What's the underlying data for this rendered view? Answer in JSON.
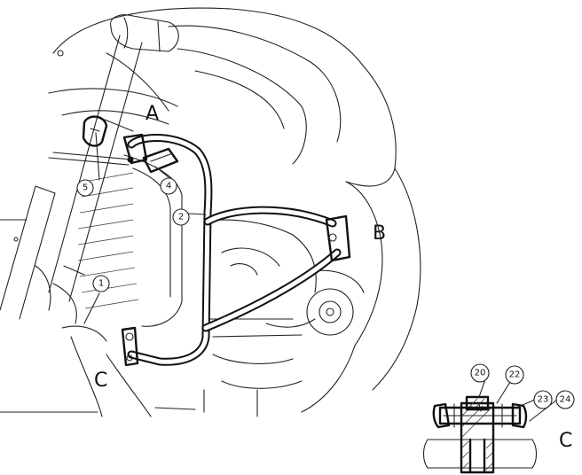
{
  "labels": {
    "view_a": "A",
    "view_b": "B",
    "view_c": "C",
    "detail_c": "C"
  },
  "callouts": {
    "part_1": "1",
    "part_2": "2",
    "part_4": "4",
    "part_5": "5",
    "part_20": "20",
    "part_22": "22",
    "part_23": "23",
    "part_24": "24"
  }
}
